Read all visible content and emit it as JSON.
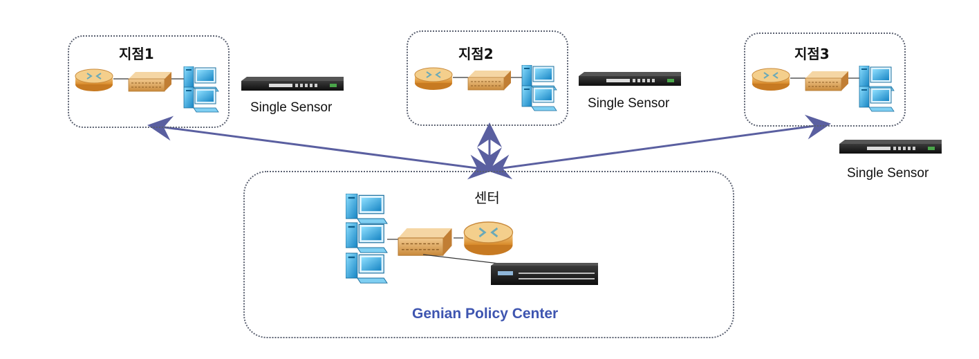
{
  "branches": [
    {
      "title": "지점1",
      "sensor_label": "Single Sensor"
    },
    {
      "title": "지점2",
      "sensor_label": "Single Sensor"
    },
    {
      "title": "지점3",
      "sensor_label": "Single Sensor"
    }
  ],
  "center": {
    "title": "센터",
    "product": "Genian Policy Center"
  },
  "icons": [
    "router-icon",
    "switch-icon",
    "pc-icon",
    "sensor-appliance-icon",
    "server-appliance-icon"
  ],
  "colors": {
    "arrow": "#5a5fa0",
    "border": "#5a6070",
    "product_text": "#3e55b0",
    "router": "#e8a84a",
    "switch": "#d9a461",
    "pc": "#2fa3d8",
    "appliance": "#1d1d1d"
  }
}
